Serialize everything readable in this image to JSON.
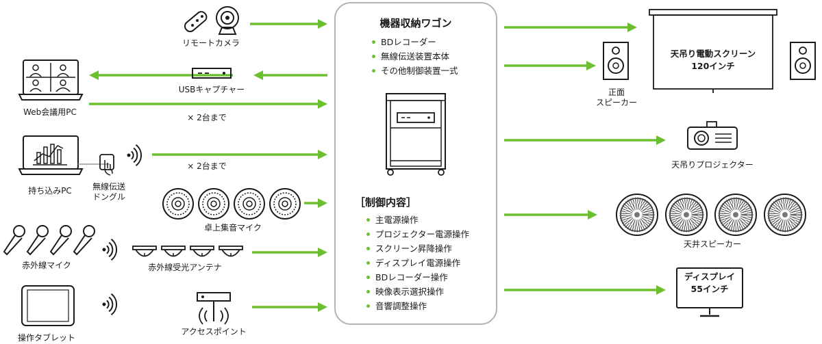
{
  "colors": {
    "arrow": "#6cbf2f",
    "stroke": "#1a1a1a",
    "border": "#b5b5b5"
  },
  "labels": {
    "remote": "リモートカメラ",
    "usb": "USBキャプチャー",
    "web_pc": "Web会議用PC",
    "times1": "× 2台まで",
    "times2": "× 2台まで",
    "laptop": "持ち込みPC",
    "dongle": "無線伝送\nドングル",
    "ceiling_mic": "卓上集音マイク",
    "ir_mic": "赤外線マイク",
    "ir_antenna": "赤外線受光アンテナ",
    "tablet": "操作タブレット",
    "ap": "アクセスポイント",
    "front_speaker": "正面\nスピーカー",
    "screen": "天吊り電動スクリーン\n120インチ",
    "projector": "天吊りプロジェクター",
    "ceiling_speaker": "天井スピーカー",
    "display": "ディスプレイ\n55インチ"
  },
  "wagon": {
    "title": "機器収納ワゴン",
    "items": [
      "BDレコーダー",
      "無線伝送装置本体",
      "その他制御装置一式"
    ],
    "control_title": "［制御内容］",
    "controls": [
      "主電源操作",
      "プロジェクター電源操作",
      "スクリーン昇降操作",
      "ディスプレイ電源操作",
      "BDレコーダー操作",
      "映像表示選択操作",
      "音響調整操作"
    ]
  },
  "icons": [
    "remote-icon",
    "webcam-icon",
    "usb-capture-icon",
    "laptop-meeting-icon",
    "laptop-chart-icon",
    "dongle-icon",
    "wireless-icon",
    "table-mic-icon",
    "handheld-mic-icon",
    "ir-antenna-icon",
    "tablet-icon",
    "access-point-icon",
    "cabinet-icon",
    "speaker-icon",
    "screen-icon",
    "projector-icon",
    "ceiling-speaker-icon",
    "monitor-icon"
  ]
}
